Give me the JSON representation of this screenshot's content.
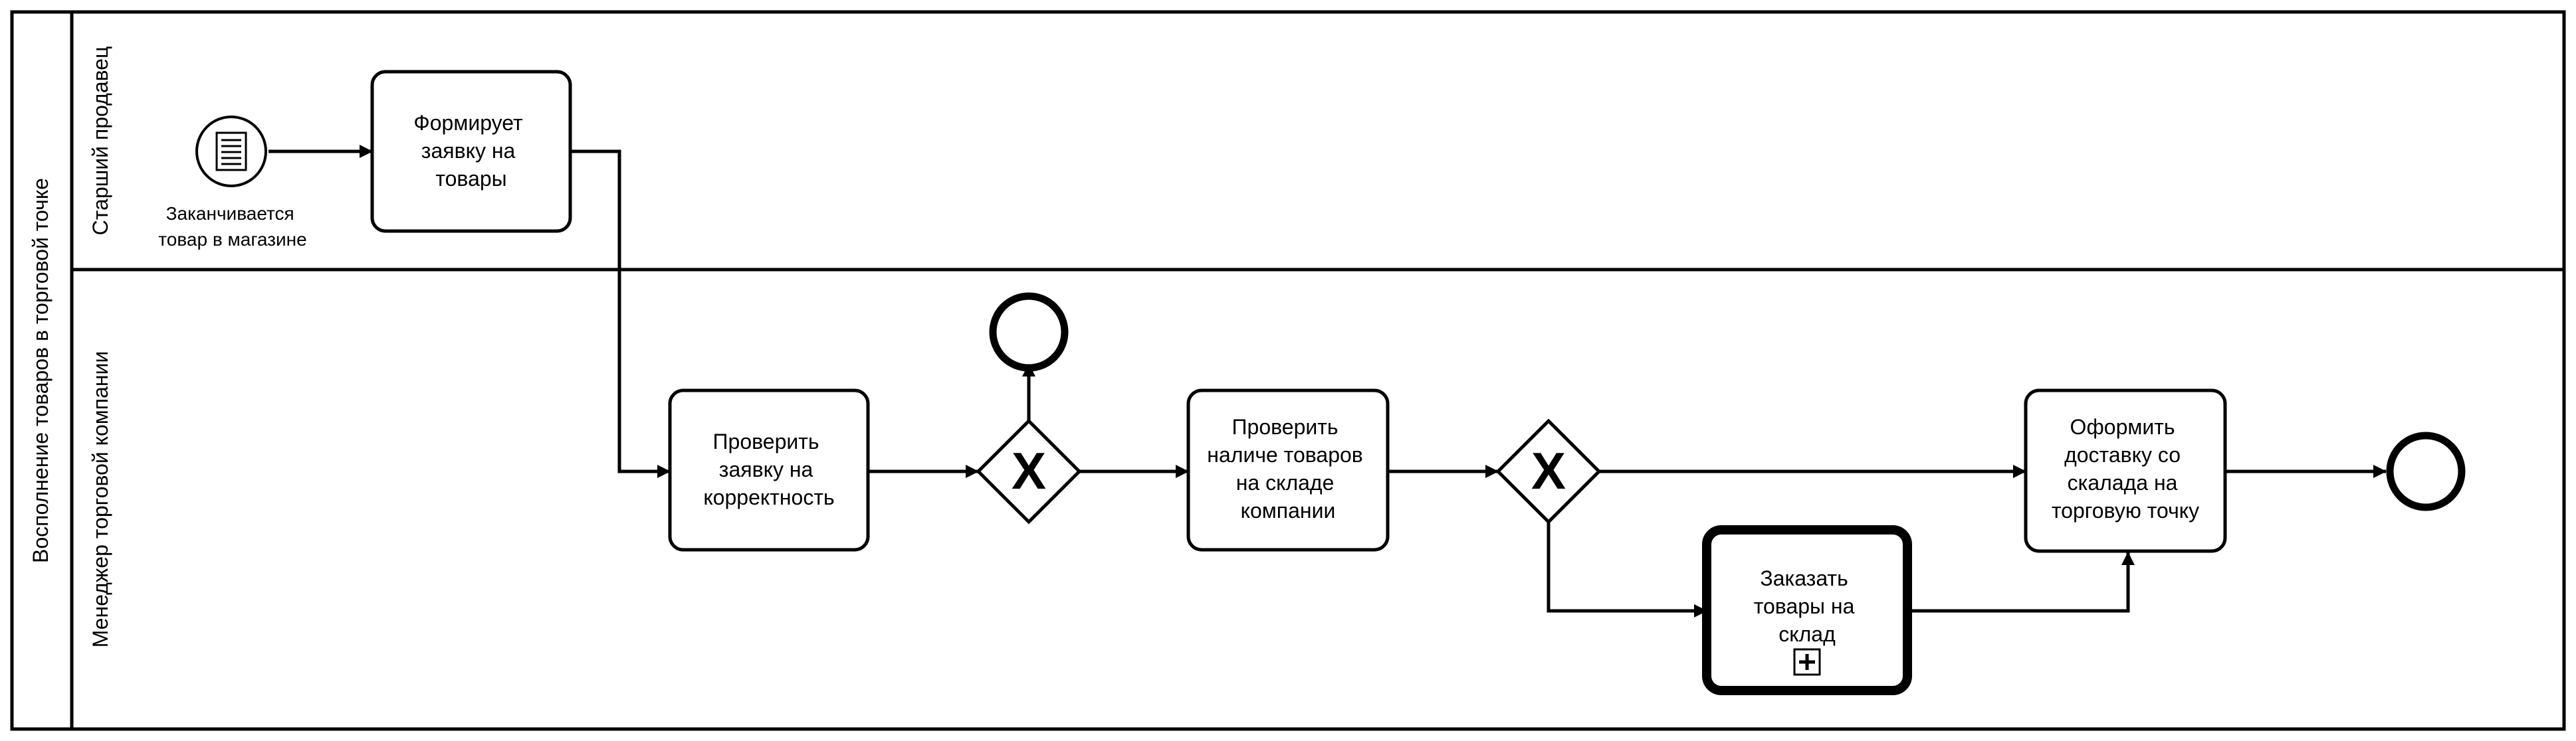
{
  "pool": {
    "label": "Восполнение товаров в торговой точке"
  },
  "lanes": [
    {
      "label": "Старший продавец"
    },
    {
      "label": "Менеджер торговой компании"
    }
  ],
  "events": {
    "start": {
      "type": "message-start",
      "label_lines": [
        "Заканчивается",
        "товар в магазине"
      ]
    },
    "end_top": {
      "type": "end"
    },
    "end_right": {
      "type": "end"
    }
  },
  "tasks": {
    "form_request": {
      "lines": [
        "Формирует",
        "заявку на",
        "товары"
      ]
    },
    "check_request": {
      "lines": [
        "Проверить",
        "заявку на",
        "корректность"
      ]
    },
    "check_stock": {
      "lines": [
        "Проверить",
        "наличе товаров",
        "на складе",
        "компании"
      ]
    },
    "order_goods": {
      "lines": [
        "Заказать",
        "товары на",
        "склад"
      ],
      "kind": "call-activity-subprocess"
    },
    "arrange_delivery": {
      "lines": [
        "Оформить",
        "доставку со",
        "скалада на",
        "торговую точку"
      ]
    }
  },
  "gateways": {
    "gw1": {
      "type": "exclusive",
      "symbol": "X"
    },
    "gw2": {
      "type": "exclusive",
      "symbol": "X"
    }
  }
}
